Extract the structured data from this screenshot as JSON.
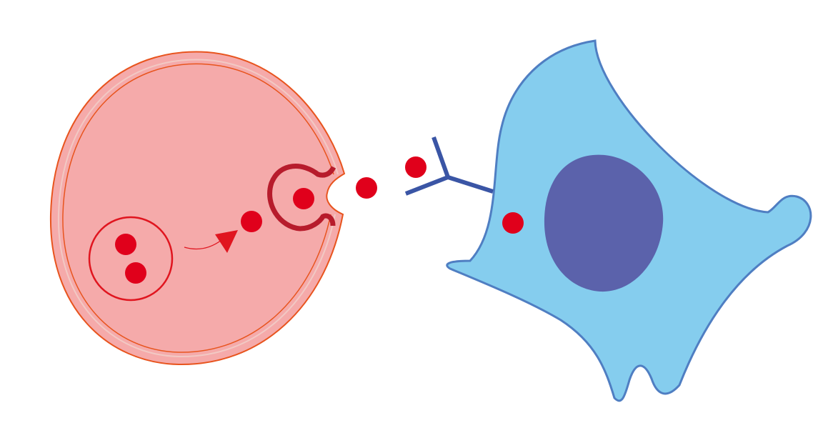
{
  "colors": {
    "background": "#ffffff",
    "secreting_cell_fill": "#f5aaaa",
    "secreting_cell_outline": "#e8541e",
    "secreting_cell_inner_line": "#f2c9c4",
    "vesicle_outline": "#e0151f",
    "exocytosis_outline": "#b71c2c",
    "molecule": "#e0001b",
    "target_cell_fill": "#85cdee",
    "target_cell_outline": "#4f7ec2",
    "nucleus": "#5b62ab",
    "receptor": "#3a55a5"
  },
  "icons": {
    "secreting_cell": "round-cell-shape",
    "vesicle": "circle-vesicle",
    "transport_arrow": "curved-arrow",
    "exocytosis_pocket": "open-vesicle-shape",
    "molecule": "red-dot",
    "receptor": "y-shaped-receptor",
    "target_cell": "irregular-cell-shape",
    "nucleus": "oval-nucleus"
  }
}
